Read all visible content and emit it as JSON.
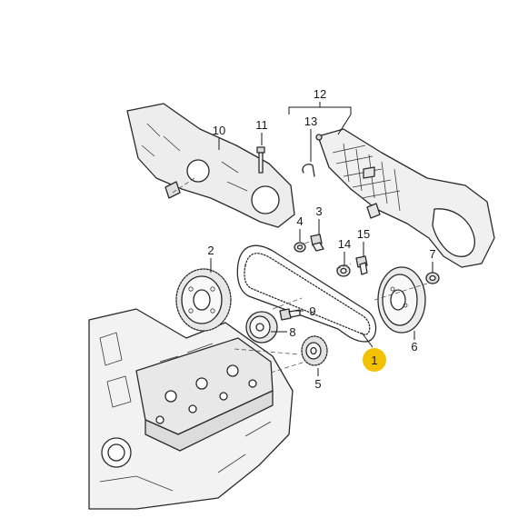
{
  "part_numbers": {
    "belt": "1",
    "camshaft_pulley": "2",
    "bolt_3": "3",
    "washer_4": "4",
    "crank_sprocket": "5",
    "crank_pulley": "6",
    "bolt_7": "7",
    "tensioner": "8",
    "bolt_9": "9",
    "rear_cover": "10",
    "bolt_11": "11",
    "front_cover": "12",
    "clip_13": "13",
    "spacer_14": "14",
    "bolt_15": "15"
  },
  "highlight_color": "#f2c200"
}
